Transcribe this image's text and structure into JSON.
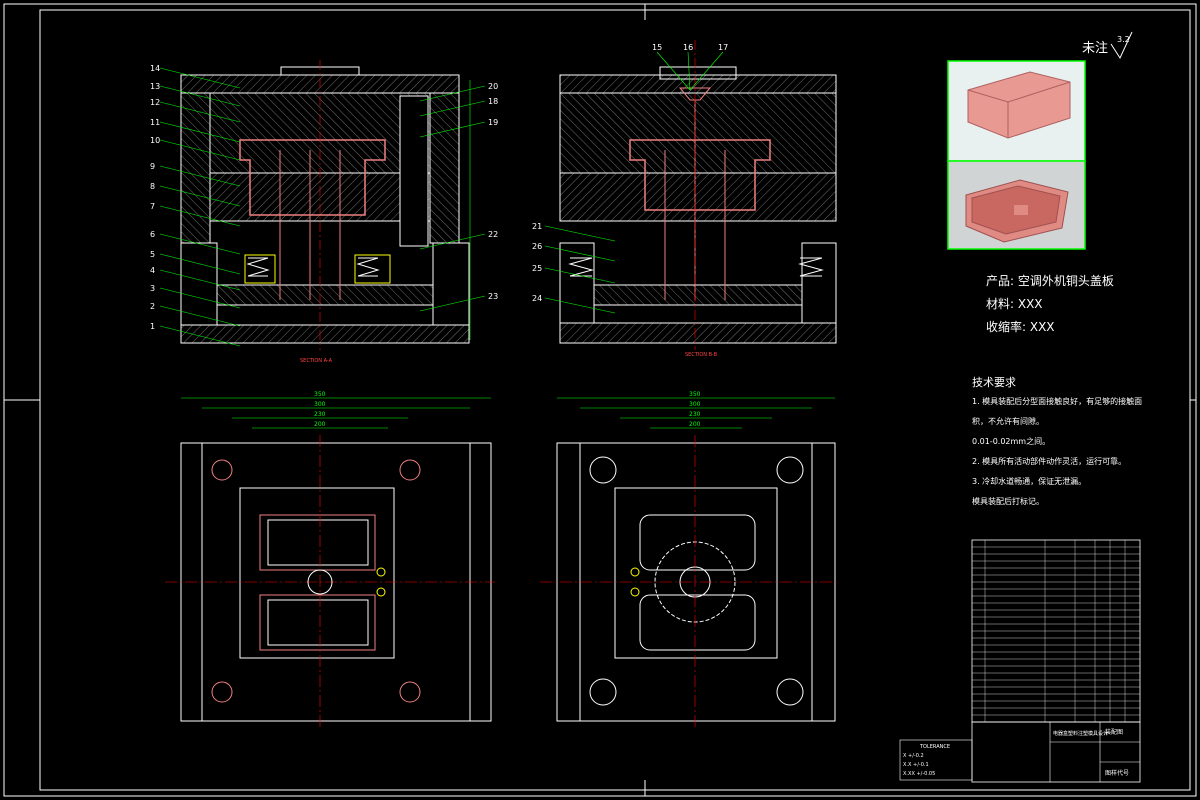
{
  "drawing": {
    "roughness_note": "未注",
    "roughness_value": "3.2",
    "product_line": "产品: 空调外机铜头盖板",
    "material_line": "材料: XXX",
    "shrinkage_line": "收缩率: XXX",
    "section_a_label": "SECTION A-A",
    "section_b_label": "SECTION B-B",
    "tech_title": "技术要求",
    "tech_lines": [
      "1. 模具装配后分型面接触良好，有足够的接触面",
      "积，不允许有间隙。",
      "0.01-0.02mm之间。",
      "2. 模具所有活动部件动作灵活，运行可靠。",
      "3. 冷却水道畅通，保证无泄漏。",
      "模具装配后打标记。"
    ],
    "tolerance_title": "TOLERANCE",
    "tolerance_rows": [
      "X   +/-0.2",
      "X.X  +/-0.1",
      "X.XX +/-0.05"
    ],
    "title_block": {
      "name": "电器盒塑料注塑模具设计",
      "drawing_no": "装配图",
      "sheet": "图样代号"
    }
  },
  "part_numbers_left": [
    "14",
    "13",
    "12",
    "11",
    "10",
    "9",
    "8",
    "7",
    "6",
    "5",
    "4",
    "3",
    "2",
    "1"
  ],
  "part_numbers_right_a": [
    "20",
    "18",
    "19",
    "22",
    "23"
  ],
  "part_numbers_top_b": [
    "15",
    "16",
    "17"
  ],
  "part_numbers_left_b": [
    "21",
    "26",
    "25",
    "24"
  ],
  "dims_plan_left": [
    "350",
    "300",
    "230",
    "200"
  ],
  "dims_plan_right": [
    "350",
    "300",
    "230",
    "200"
  ],
  "colors": {
    "background": "#000000",
    "line": "#ffffff",
    "hidden": "#ffff00",
    "dimension": "#00ff00",
    "centerline": "#ff0000",
    "part": "#f08080"
  }
}
